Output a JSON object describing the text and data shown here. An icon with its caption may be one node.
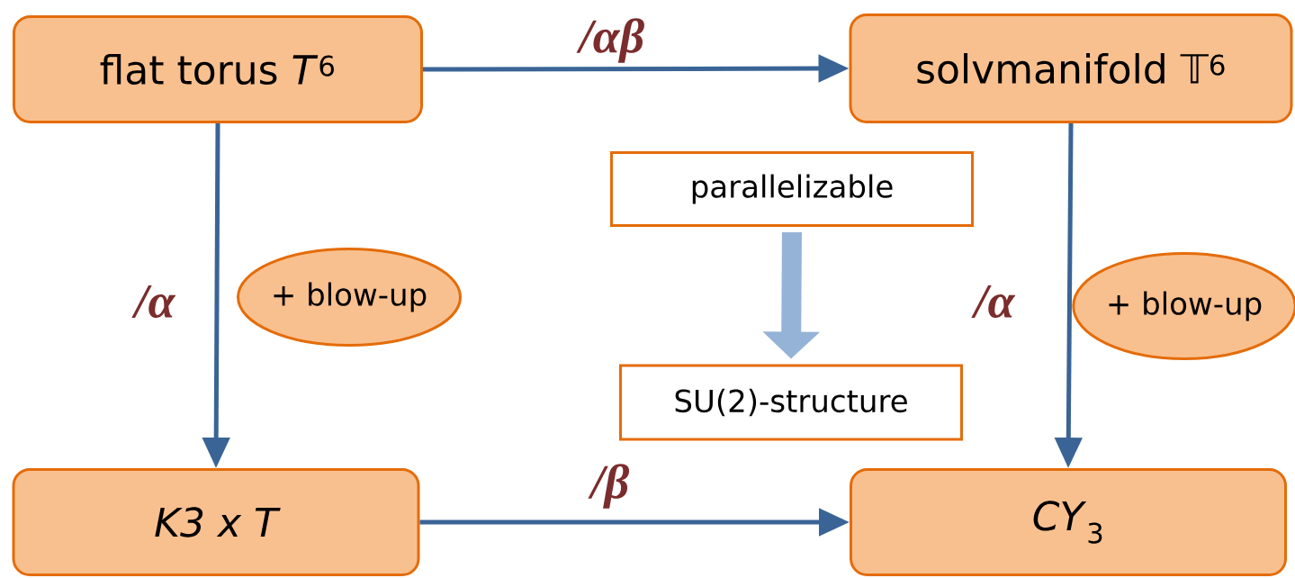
{
  "diagram": {
    "nodes": [
      {
        "text": [
          "flat torus *T*$^{6}$"
        ]
      },
      {
        "text": [
          "solvmanifold 𝕋$^{6}$"
        ]
      },
      {
        "text": [
          "parallelizable"
        ]
      },
      {
        "text": [
          "SU(2)-structure"
        ]
      },
      {
        "text": [
          "+ blow-up"
        ]
      },
      {
        "text": [
          "+ blow-up"
        ]
      },
      {
        "text": [
          "K3 x T"
        ]
      },
      {
        "text": [
          "*CY*$_{3}$"
        ]
      }
    ],
    "edges": [
      {
        "from": 0,
        "to": 1,
        "arrow": "to",
        "label": "/αβ"
      },
      {
        "from": 0,
        "to": 6,
        "arrow": "to",
        "label": "/α"
      },
      {
        "from": 1,
        "to": 7,
        "arrow": "to",
        "label": "/α"
      },
      {
        "from": 6,
        "to": 7,
        "arrow": "to",
        "label": "/β"
      },
      {
        "from": 2,
        "to": 3,
        "arrow": "to",
        "style": "thick",
        "color": "#95b3d7"
      }
    ]
  }
}
